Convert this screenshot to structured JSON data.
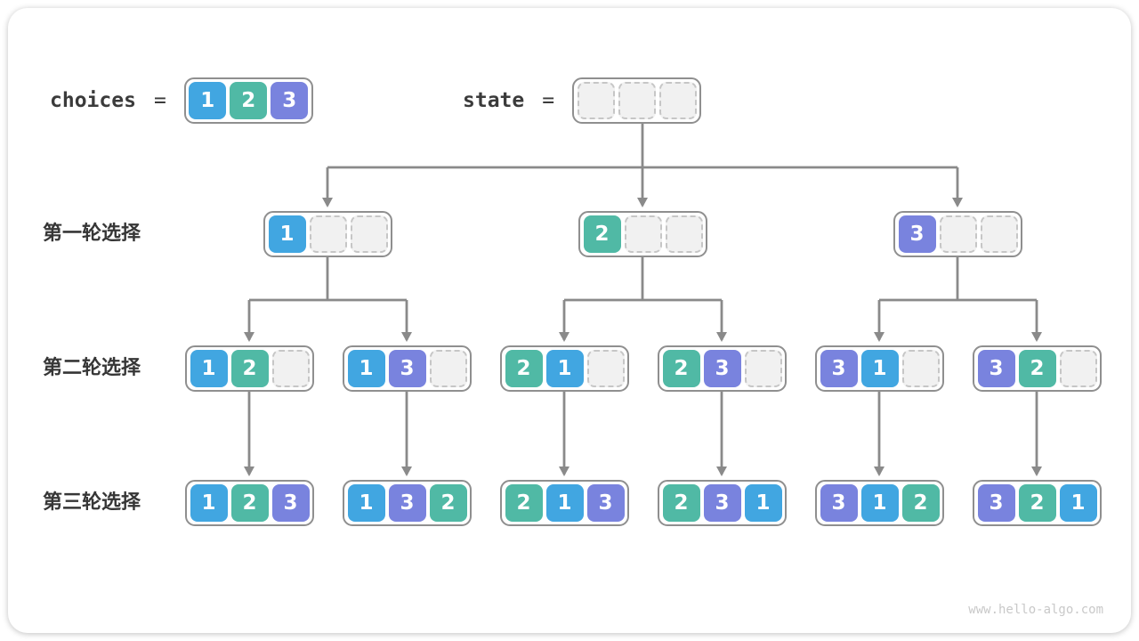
{
  "palette": {
    "1": "#41A6E1",
    "2": "#50B9A5",
    "3": "#7983DE"
  },
  "colors": {
    "line": "#8a8a8a",
    "box_border": "#8f8f8f",
    "empty_cell_fill": "#f1f1f1",
    "empty_cell_border": "#c6c6c6",
    "label_text": "#363636",
    "watermark_text": "#c9c9c9"
  },
  "header": {
    "choices_label": "choices",
    "equals": "=",
    "choices_cells": [
      "1",
      "2",
      "3"
    ],
    "state_label": "state",
    "state_cells": [
      "",
      "",
      ""
    ]
  },
  "rows": [
    {
      "label": "第一轮选择",
      "boxes": [
        [
          "1",
          "",
          ""
        ],
        [
          "2",
          "",
          ""
        ],
        [
          "3",
          "",
          ""
        ]
      ]
    },
    {
      "label": "第二轮选择",
      "boxes": [
        [
          "1",
          "2",
          ""
        ],
        [
          "1",
          "3",
          ""
        ],
        [
          "2",
          "1",
          ""
        ],
        [
          "2",
          "3",
          ""
        ],
        [
          "3",
          "1",
          ""
        ],
        [
          "3",
          "2",
          ""
        ]
      ]
    },
    {
      "label": "第三轮选择",
      "boxes": [
        [
          "1",
          "2",
          "3"
        ],
        [
          "1",
          "3",
          "2"
        ],
        [
          "2",
          "1",
          "3"
        ],
        [
          "2",
          "3",
          "1"
        ],
        [
          "3",
          "1",
          "2"
        ],
        [
          "3",
          "2",
          "1"
        ]
      ]
    }
  ],
  "watermark": "www.hello-algo.com"
}
